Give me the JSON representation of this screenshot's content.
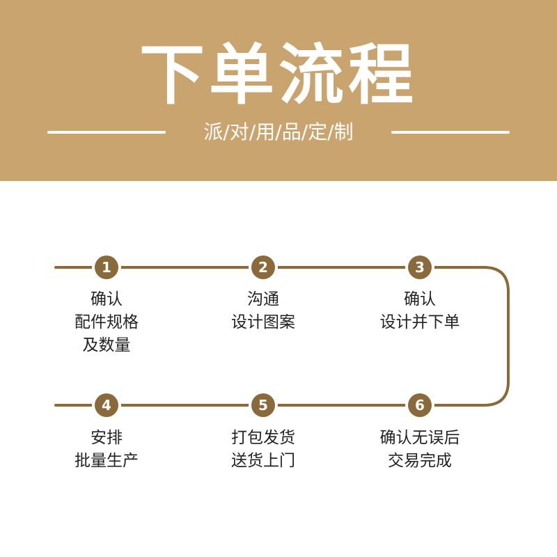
{
  "header": {
    "title": "下单流程",
    "subtitle": "派/对/用/品/定/制"
  },
  "colors": {
    "header_bg": "#c9a46e",
    "flow_line": "#8a6a3a",
    "text": "#222222"
  },
  "steps": [
    {
      "number": "1",
      "lines": [
        "确认",
        "配件规格",
        "及数量"
      ]
    },
    {
      "number": "2",
      "lines": [
        "沟通",
        "设计图案"
      ]
    },
    {
      "number": "3",
      "lines": [
        "确认",
        "设计并下单"
      ]
    },
    {
      "number": "4",
      "lines": [
        "安排",
        "批量生产"
      ]
    },
    {
      "number": "5",
      "lines": [
        "打包发货",
        "送货上门"
      ]
    },
    {
      "number": "6",
      "lines": [
        "确认无误后",
        "交易完成"
      ]
    }
  ]
}
